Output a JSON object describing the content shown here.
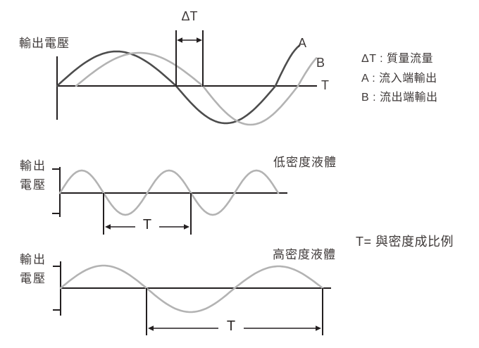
{
  "colors": {
    "background": "#ffffff",
    "axis": "#231f20",
    "wave_dark": "#4d4d4d",
    "wave_light": "#b3b3b3",
    "text": "#3f3a39",
    "dimension": "#231f20"
  },
  "phase_chart": {
    "y_axis_label": "輸出電壓",
    "x_axis_label": "T",
    "delta_t_label": "ΔT",
    "curve_a_label": "A",
    "curve_b_label": "B",
    "legend": [
      "ΔT : 質量流量",
      "A : 流入端輸出",
      "B : 流出端輸出"
    ]
  },
  "low_density_chart": {
    "y_axis_label": [
      "輸出",
      "電壓"
    ],
    "title": "低密度液體",
    "period_label": "T"
  },
  "high_density_chart": {
    "y_axis_label": [
      "輸出",
      "電壓"
    ],
    "title": "高密度液體",
    "period_label": "T"
  },
  "note": "T= 與密度成比例",
  "chart_data": [
    {
      "type": "line",
      "id": "phase-shift-waveforms",
      "ylabel": "輸出電壓",
      "xlabel": "T",
      "series": [
        {
          "name": "A",
          "description": "流入端輸出",
          "waveform": "sine",
          "color": "#4d4d4d",
          "phase": "leading"
        },
        {
          "name": "B",
          "description": "流出端輸出",
          "waveform": "sine",
          "color": "#b3b3b3",
          "phase": "lagging by ΔT"
        }
      ],
      "annotations": [
        {
          "label": "ΔT",
          "meaning": "質量流量",
          "marks": "time shift between A and B zero crossings"
        }
      ],
      "legend_position": "right"
    },
    {
      "type": "line",
      "id": "low-density-waveform",
      "title": "低密度液體",
      "ylabel": "輸出電壓",
      "series": [
        {
          "name": "低密度液體",
          "waveform": "sine",
          "color": "#b3b3b3",
          "cycles": 2.5,
          "relative_period": "short"
        }
      ],
      "annotations": [
        {
          "label": "T",
          "marks": "one period"
        }
      ]
    },
    {
      "type": "line",
      "id": "high-density-waveform",
      "title": "高密度液體",
      "ylabel": "輸出電壓",
      "series": [
        {
          "name": "高密度液體",
          "waveform": "sine",
          "color": "#b3b3b3",
          "cycles": 1.5,
          "relative_period": "long"
        }
      ],
      "annotations": [
        {
          "label": "T",
          "marks": "one period"
        }
      ]
    }
  ]
}
